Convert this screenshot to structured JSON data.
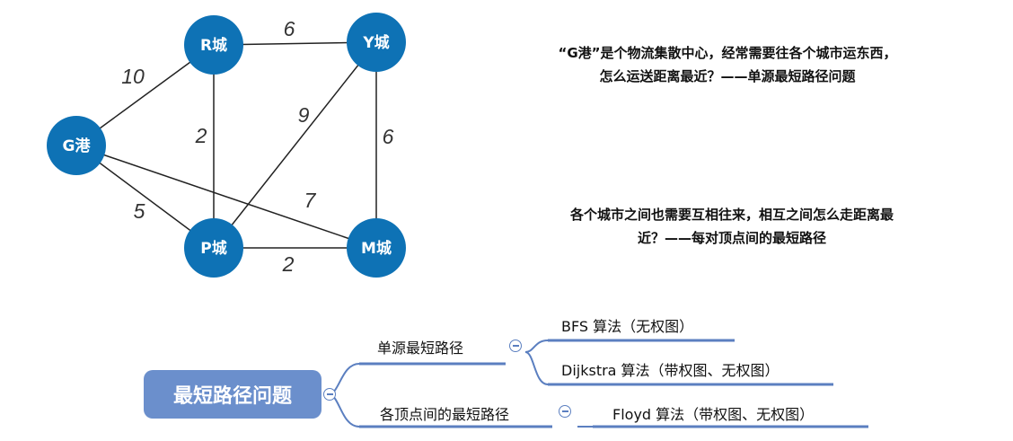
{
  "graph": {
    "nodes": [
      {
        "id": "G",
        "label": "G港"
      },
      {
        "id": "R",
        "label": "R城"
      },
      {
        "id": "Y",
        "label": "Y城"
      },
      {
        "id": "P",
        "label": "P城"
      },
      {
        "id": "M",
        "label": "M城"
      }
    ],
    "edges": [
      {
        "from": "G",
        "to": "R",
        "weight": "10"
      },
      {
        "from": "R",
        "to": "Y",
        "weight": "6"
      },
      {
        "from": "R",
        "to": "P",
        "weight": "2"
      },
      {
        "from": "Y",
        "to": "P",
        "weight": "9"
      },
      {
        "from": "Y",
        "to": "M",
        "weight": "6"
      },
      {
        "from": "G",
        "to": "M",
        "weight": "7"
      },
      {
        "from": "G",
        "to": "P",
        "weight": "5"
      },
      {
        "from": "P",
        "to": "M",
        "weight": "2"
      }
    ],
    "node_color": "#0e72b5"
  },
  "descriptions": {
    "single_source_line1": "“G港”是个物流集散中心，经常需要往各个城市运东西，",
    "single_source_line2": "怎么运送距离最近？——单源最短路径问题",
    "all_pairs_line1": "各个城市之间也需要互相往来，相互之间怎么走距离最",
    "all_pairs_line2": "近？——每对顶点间的最短路径"
  },
  "mindmap": {
    "root": "最短路径问题",
    "branch1": {
      "label": "单源最短路径",
      "children": [
        "BFS 算法（无权图）",
        "Dijkstra 算法（带权图、无权图）"
      ]
    },
    "branch2": {
      "label": "各顶点间的最短路径",
      "children": [
        "Floyd 算法（带权图、无权图）"
      ]
    },
    "colors": {
      "root_fill": "#6b8fcc",
      "line": "#5b7fc0"
    }
  }
}
